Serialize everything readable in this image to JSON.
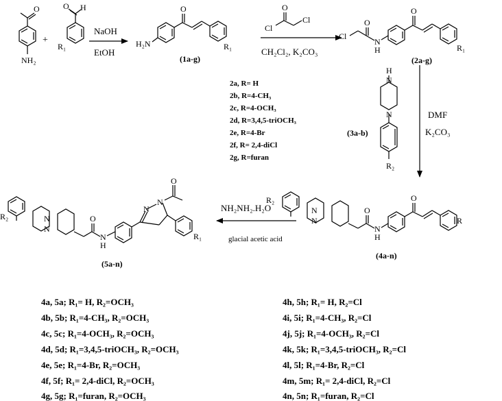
{
  "reagents": {
    "step1_top": "NaOH",
    "step1_bottom": "EtOH",
    "step2_bottom": "CH₂Cl₂, K₂CO₃",
    "step3_top": "DMF",
    "step3_bottom": "K₂CO₃",
    "step4_top": "NH₂NH₂.H₂O",
    "step4_bottom": "glacial acetic acid"
  },
  "atoms": {
    "O": "O",
    "H": "H",
    "Cl": "Cl",
    "N": "N",
    "NH2": "NH₂",
    "H2N": "H₂N",
    "R1": "R₁",
    "R2": "R₂",
    "R1_ring_right": "R"
  },
  "compound_labels": {
    "c1": "(1a-g)",
    "c2": "(2a-g)",
    "c3": "(3a-b)",
    "c4": "(4a-n)",
    "c5": "(5a-n)"
  },
  "substituents_2": [
    "2a, R= H",
    "2b, R=4-CH₃",
    "2c, R=4-OCH₃",
    "2d, R=3,4,5-triOCH₃",
    "2e, R=4-Br",
    "2f, R= 2,4-diCl",
    "2g, R=furan"
  ],
  "series_left": [
    "4a, 5a; R₁= H, R₂=OCH₃",
    "4b, 5b; R₁=4-CH₃, R₂=OCH₃",
    "4c, 5c; R₁=4-OCH₃, R₂=OCH₃",
    "4d, 5d; R₁=3,4,5-triOCH₃, R₂=OCH₃",
    "4e, 5e; R₁=4-Br, R₂=OCH₃",
    "4f, 5f; R₁= 2,4-diCl, R₂=OCH₃",
    "4g, 5g; R₁=furan, R₂=OCH₃"
  ],
  "series_right": [
    "4h, 5h; R₁= H, R₂=Cl",
    "4i, 5i; R₁=4-CH₃, R₂=Cl",
    "4j, 5j; R₁=4-OCH₃, R₂=Cl",
    "4k, 5k; R₁=3,4,5-triOCH₃, R₂=Cl",
    "4l, 5l; R₁=4-Br, R₂=Cl",
    "4m, 5m; R₁= 2,4-diCl, R₂=Cl",
    "4n, 5n; R₁=furan, R₂=Cl"
  ]
}
